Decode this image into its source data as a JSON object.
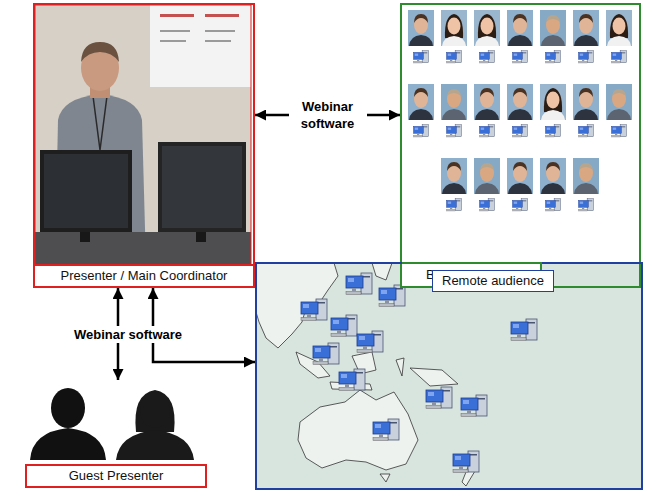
{
  "diagram": {
    "nodes": [
      {
        "text": [
          "Presenter / Main Coordinator"
        ]
      },
      {
        "text": [
          "BMTC students"
        ]
      },
      {
        "text": [
          "Remote audience"
        ]
      },
      {
        "text": [
          "Guest Presenter"
        ]
      }
    ],
    "edges": [
      {
        "from": 0,
        "to": 1,
        "label": "Webinar software",
        "arrow": "both"
      },
      {
        "from": 0,
        "to": 3,
        "label": "Webinar software",
        "arrow": "both"
      },
      {
        "from": 0,
        "to": 2,
        "arrow": "both"
      }
    ]
  }
}
